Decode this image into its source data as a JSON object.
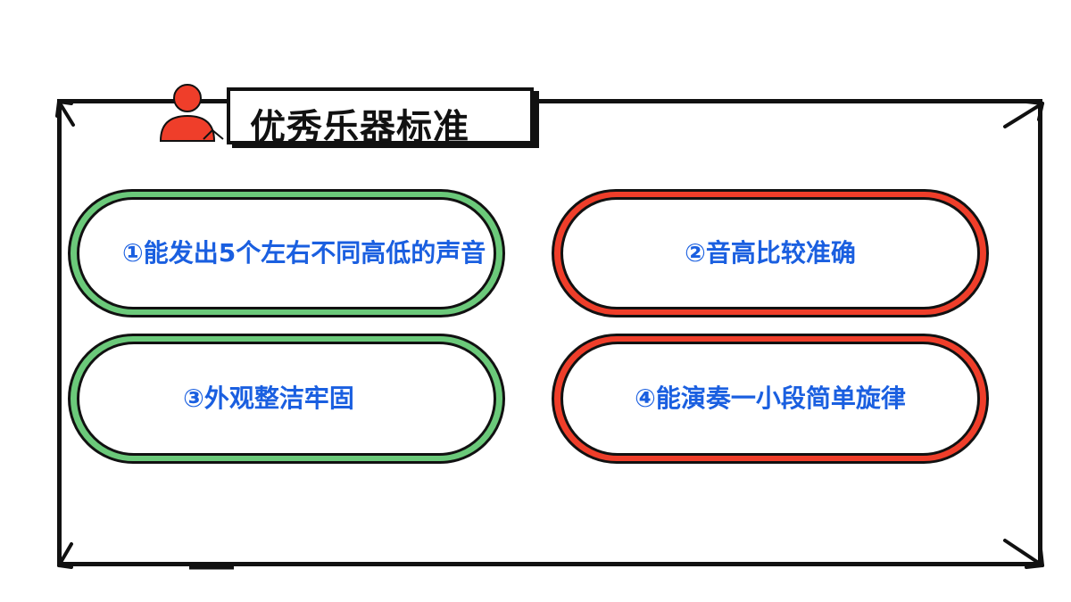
{
  "title": "优秀乐器标准",
  "criteria": [
    {
      "label": "①能发出5个左右不同高低的声音",
      "color": "#6bc97a"
    },
    {
      "label": "②音高比较准确",
      "color": "#ef3e2a"
    },
    {
      "label": "③外观整洁牢固",
      "color": "#6bc97a"
    },
    {
      "label": "④能演奏一小段简单旋律",
      "color": "#ef3e2a"
    }
  ],
  "colors": {
    "text_blue": "#1a5fe0",
    "green": "#6bc97a",
    "red": "#ef3e2a",
    "icon": "#ef3e2a"
  },
  "icons": {
    "header": "person-icon"
  }
}
